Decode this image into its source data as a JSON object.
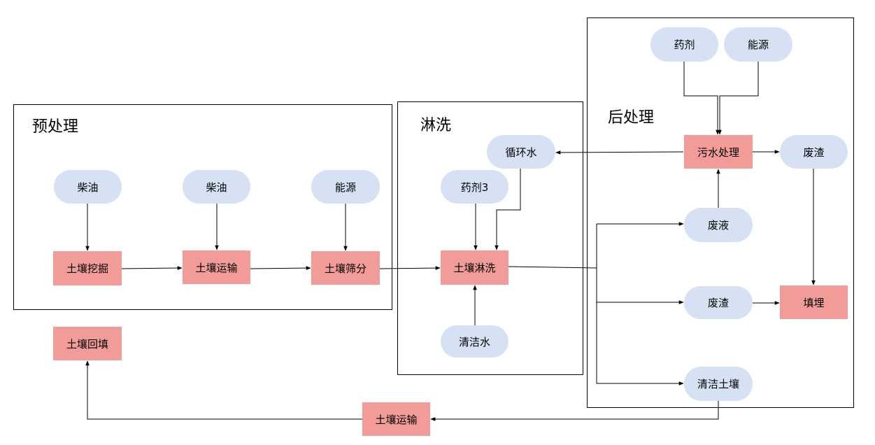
{
  "groups": {
    "pretreatment": "预处理",
    "washing": "淋洗",
    "posttreatment": "后处理"
  },
  "nodes": {
    "diesel_1": "柴油",
    "diesel_2": "柴油",
    "energy_1": "能源",
    "soil_excavation": "土壤挖掘",
    "soil_transport_1": "土壤运输",
    "soil_screening": "土壤筛分",
    "recycled_water": "循环水",
    "agent_3": "药剂3",
    "soil_washing": "土壤淋洗",
    "clean_water": "清洁水",
    "agent": "药剂",
    "energy_2": "能源",
    "wastewater_treatment": "污水处理",
    "residue_top": "废渣",
    "waste_liquid": "废液",
    "residue": "废渣",
    "landfill": "填埋",
    "clean_soil": "清洁土壤",
    "soil_transport_2": "土壤运输",
    "soil_backfill": "土壤回填"
  },
  "colors": {
    "process": "#f19c99",
    "resource": "#d6e2f3",
    "line": "#000000"
  }
}
